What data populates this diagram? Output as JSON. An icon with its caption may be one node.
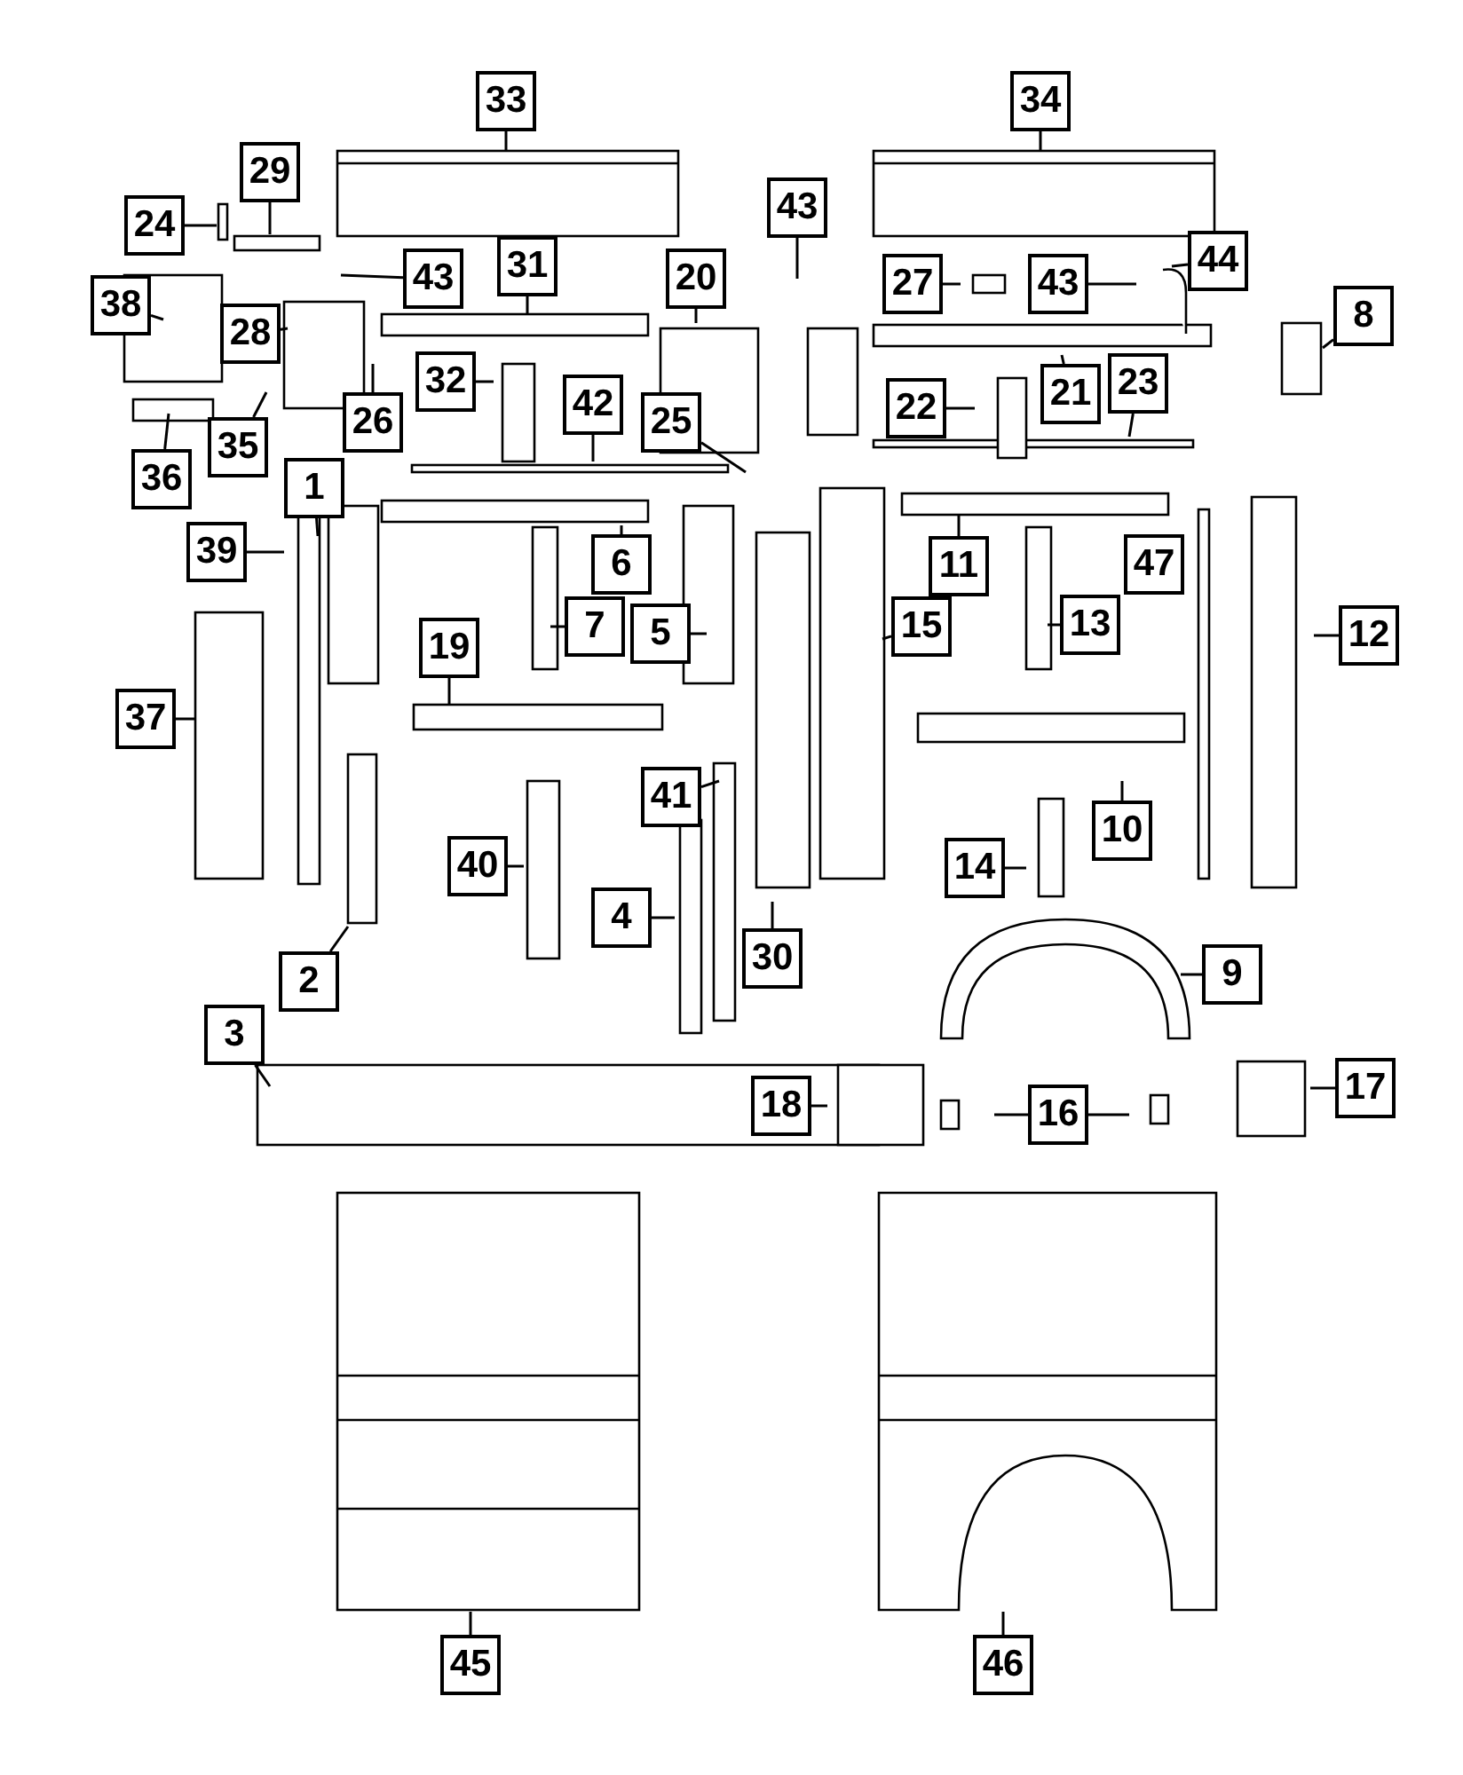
{
  "diagram": {
    "nodes": [
      {
        "text": [
          "33"
        ]
      },
      {
        "text": [
          "34"
        ]
      },
      {
        "text": [
          "29"
        ]
      },
      {
        "text": [
          "43"
        ]
      },
      {
        "text": [
          "24"
        ]
      },
      {
        "text": [
          "44"
        ]
      },
      {
        "text": [
          "43"
        ]
      },
      {
        "text": [
          "31"
        ]
      },
      {
        "text": [
          "20"
        ]
      },
      {
        "text": [
          "27"
        ]
      },
      {
        "text": [
          "43"
        ]
      },
      {
        "text": [
          "38"
        ]
      },
      {
        "text": [
          "8"
        ]
      },
      {
        "text": [
          "28"
        ]
      },
      {
        "text": [
          "32"
        ]
      },
      {
        "text": [
          "21"
        ]
      },
      {
        "text": [
          "23"
        ]
      },
      {
        "text": [
          "42"
        ]
      },
      {
        "text": [
          "22"
        ]
      },
      {
        "text": [
          "25"
        ]
      },
      {
        "text": [
          "26"
        ]
      },
      {
        "text": [
          "35"
        ]
      },
      {
        "text": [
          "1"
        ]
      },
      {
        "text": [
          "36"
        ]
      },
      {
        "text": [
          "39"
        ]
      },
      {
        "text": [
          "11"
        ]
      },
      {
        "text": [
          "6"
        ]
      },
      {
        "text": [
          "47"
        ]
      },
      {
        "text": [
          "5"
        ]
      },
      {
        "text": [
          "15"
        ]
      },
      {
        "text": [
          "7"
        ]
      },
      {
        "text": [
          "13"
        ]
      },
      {
        "text": [
          "12"
        ]
      },
      {
        "text": [
          "19"
        ]
      },
      {
        "text": [
          "37"
        ]
      },
      {
        "text": [
          "41"
        ]
      },
      {
        "text": [
          "10"
        ]
      },
      {
        "text": [
          "40"
        ]
      },
      {
        "text": [
          "14"
        ]
      },
      {
        "text": [
          "4"
        ]
      },
      {
        "text": [
          "30"
        ]
      },
      {
        "text": [
          "2"
        ]
      },
      {
        "text": [
          "9"
        ]
      },
      {
        "text": [
          "3"
        ]
      },
      {
        "text": [
          "17"
        ]
      },
      {
        "text": [
          "18"
        ]
      },
      {
        "text": [
          "16"
        ]
      },
      {
        "text": [
          "45"
        ]
      },
      {
        "text": [
          "46"
        ]
      }
    ],
    "edges": [
      {
        "from": 0,
        "to": null,
        "arrow": "none"
      },
      {
        "from": 1,
        "to": null,
        "arrow": "none"
      },
      {
        "from": 2,
        "to": null,
        "arrow": "none"
      },
      {
        "from": 3,
        "to": null,
        "arrow": "none"
      },
      {
        "from": 4,
        "to": null,
        "arrow": "none"
      },
      {
        "from": 5,
        "to": null,
        "arrow": "none"
      },
      {
        "from": 6,
        "to": null,
        "arrow": "none"
      },
      {
        "from": 7,
        "to": null,
        "arrow": "none"
      },
      {
        "from": 8,
        "to": null,
        "arrow": "none"
      },
      {
        "from": 9,
        "to": null,
        "arrow": "none"
      },
      {
        "from": 10,
        "to": null,
        "arrow": "none"
      },
      {
        "from": 11,
        "to": null,
        "arrow": "none"
      },
      {
        "from": 12,
        "to": null,
        "arrow": "none"
      },
      {
        "from": 13,
        "to": null,
        "arrow": "none"
      },
      {
        "from": 14,
        "to": null,
        "arrow": "none"
      },
      {
        "from": 15,
        "to": null,
        "arrow": "none"
      },
      {
        "from": 16,
        "to": null,
        "arrow": "none"
      },
      {
        "from": 17,
        "to": null,
        "arrow": "none"
      },
      {
        "from": 18,
        "to": null,
        "arrow": "none"
      },
      {
        "from": 19,
        "to": null,
        "arrow": "none"
      },
      {
        "from": 20,
        "to": null,
        "arrow": "none"
      },
      {
        "from": 21,
        "to": null,
        "arrow": "none"
      },
      {
        "from": 22,
        "to": null,
        "arrow": "none"
      },
      {
        "from": 23,
        "to": null,
        "arrow": "none"
      },
      {
        "from": 24,
        "to": null,
        "arrow": "none"
      },
      {
        "from": 25,
        "to": null,
        "arrow": "none"
      },
      {
        "from": 26,
        "to": null,
        "arrow": "none"
      },
      {
        "from": 28,
        "to": null,
        "arrow": "none"
      },
      {
        "from": 29,
        "to": null,
        "arrow": "none"
      },
      {
        "from": 30,
        "to": null,
        "arrow": "none"
      },
      {
        "from": 31,
        "to": null,
        "arrow": "none"
      },
      {
        "from": 32,
        "to": null,
        "arrow": "none"
      },
      {
        "from": 33,
        "to": null,
        "arrow": "none"
      },
      {
        "from": 34,
        "to": null,
        "arrow": "none"
      },
      {
        "from": 35,
        "to": null,
        "arrow": "none"
      },
      {
        "from": 36,
        "to": null,
        "arrow": "none"
      },
      {
        "from": 37,
        "to": null,
        "arrow": "none"
      },
      {
        "from": 38,
        "to": null,
        "arrow": "none"
      },
      {
        "from": 39,
        "to": null,
        "arrow": "none"
      },
      {
        "from": 40,
        "to": null,
        "arrow": "none"
      },
      {
        "from": 41,
        "to": null,
        "arrow": "none"
      },
      {
        "from": 42,
        "to": null,
        "arrow": "none"
      },
      {
        "from": 43,
        "to": null,
        "arrow": "none"
      },
      {
        "from": 44,
        "to": null,
        "arrow": "none"
      },
      {
        "from": 45,
        "to": null,
        "arrow": "none"
      },
      {
        "from": 46,
        "to": null,
        "arrow": "none"
      },
      {
        "from": 46,
        "to": null,
        "arrow": "none"
      },
      {
        "from": 47,
        "to": null,
        "arrow": "none"
      },
      {
        "from": 48,
        "to": null,
        "arrow": "none"
      }
    ]
  }
}
